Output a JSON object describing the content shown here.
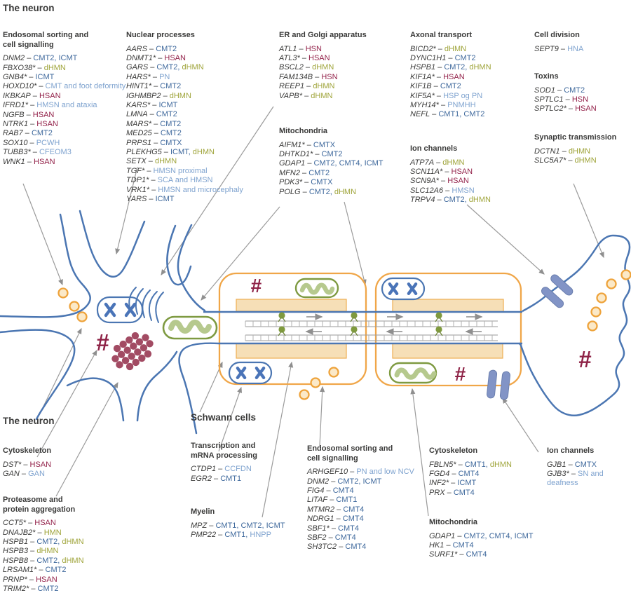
{
  "title": "The neuron",
  "labels": {
    "neuron2": "The neuron",
    "schwann": "Schwann cells"
  },
  "palette": {
    "cmt_blue": "#3e689c",
    "phenotype_lightblue": "#7fa3cf",
    "dhmn_olive": "#9fa43a",
    "hsan_red": "#93224a",
    "membrane_blue": "#4b76b2",
    "schwann_orange": "#f0a648",
    "myelin_tan": "#f6dfb7",
    "mitochondria_green": "#7e9a41",
    "mitochondria_fill": "#b6c98e",
    "vesicle_orange": "#eea33b",
    "channel_blue": "#8294c6",
    "aggregate_red": "#a24b63",
    "hash_red": "#8e2246",
    "arrow_gray": "#9b9b9b"
  },
  "diagram": {
    "hash_symbol": "#"
  },
  "groups": {
    "endosomal1": {
      "title": [
        "Endosomal sorting and",
        "cell signalling"
      ],
      "items": [
        {
          "g": "DNM2",
          "p": [
            [
              "CMT2, ICMT",
              "b"
            ]
          ]
        },
        {
          "g": "FBXO38*",
          "p": [
            [
              "dHMN",
              "o"
            ]
          ]
        },
        {
          "g": "GNB4*",
          "p": [
            [
              "ICMT",
              "b"
            ]
          ]
        },
        {
          "g": "HOXD10*",
          "p": [
            [
              "CMT and foot deformity",
              "l"
            ]
          ]
        },
        {
          "g": "IKBKAP",
          "p": [
            [
              "HSAN",
              "r"
            ]
          ]
        },
        {
          "g": "IFRD1*",
          "p": [
            [
              "HMSN and ataxia",
              "l"
            ]
          ]
        },
        {
          "g": "NGFB",
          "p": [
            [
              "HSAN",
              "r"
            ]
          ]
        },
        {
          "g": "NTRK1",
          "p": [
            [
              "HSAN",
              "r"
            ]
          ]
        },
        {
          "g": "RAB7",
          "p": [
            [
              "CMT2",
              "b"
            ]
          ]
        },
        {
          "g": "SOX10",
          "p": [
            [
              "PCWH",
              "l"
            ]
          ]
        },
        {
          "g": "TUBB3*",
          "p": [
            [
              "CFEOM3",
              "l"
            ]
          ]
        },
        {
          "g": "WNK1",
          "p": [
            [
              "HSAN",
              "r"
            ]
          ]
        }
      ]
    },
    "nuclear": {
      "title": [
        "Nuclear processes"
      ],
      "items": [
        {
          "g": "AARS",
          "p": [
            [
              "CMT2",
              "b"
            ]
          ]
        },
        {
          "g": "DNMT1*",
          "p": [
            [
              "HSAN",
              "r"
            ]
          ]
        },
        {
          "g": "GARS",
          "p": [
            [
              "CMT2",
              "b"
            ],
            [
              "dHMN",
              "o"
            ]
          ]
        },
        {
          "g": "HARS*",
          "p": [
            [
              "PN",
              "l"
            ]
          ]
        },
        {
          "g": "HINT1*",
          "p": [
            [
              "CMT2",
              "b"
            ]
          ]
        },
        {
          "g": "IGHMBP2",
          "p": [
            [
              "dHMN",
              "o"
            ]
          ]
        },
        {
          "g": "KARS*",
          "p": [
            [
              "ICMT",
              "b"
            ]
          ]
        },
        {
          "g": "LMNA",
          "p": [
            [
              "CMT2",
              "b"
            ]
          ]
        },
        {
          "g": "MARS*",
          "p": [
            [
              "CMT2",
              "b"
            ]
          ]
        },
        {
          "g": "MED25",
          "p": [
            [
              "CMT2",
              "b"
            ]
          ]
        },
        {
          "g": "PRPS1",
          "p": [
            [
              "CMTX",
              "b"
            ]
          ]
        },
        {
          "g": "PLEKHG5",
          "p": [
            [
              "ICMT",
              "b"
            ],
            [
              "dHMN",
              "o"
            ]
          ]
        },
        {
          "g": "SETX",
          "p": [
            [
              "dHMN",
              "o"
            ]
          ]
        },
        {
          "g": "TGF*",
          "p": [
            [
              "HMSN proximal",
              "l"
            ]
          ]
        },
        {
          "g": "TDP1*",
          "p": [
            [
              "SCA and HMSN",
              "l"
            ]
          ]
        },
        {
          "g": "VRK1*",
          "p": [
            [
              "HMSN and microcephaly",
              "l"
            ]
          ]
        },
        {
          "g": "YARS",
          "p": [
            [
              "ICMT",
              "b"
            ]
          ]
        }
      ]
    },
    "er_golgi": {
      "title": [
        "ER and Golgi apparatus"
      ],
      "items": [
        {
          "g": "ATL1",
          "p": [
            [
              "HSN",
              "r"
            ]
          ]
        },
        {
          "g": "ATL3*",
          "p": [
            [
              "HSAN",
              "r"
            ]
          ]
        },
        {
          "g": "BSCL2",
          "p": [
            [
              "dHMN",
              "o"
            ]
          ]
        },
        {
          "g": "FAM134B",
          "p": [
            [
              "HSN",
              "r"
            ]
          ]
        },
        {
          "g": "REEP1",
          "p": [
            [
              "dHMN",
              "o"
            ]
          ]
        },
        {
          "g": "VAPB*",
          "p": [
            [
              "dHMN",
              "o"
            ]
          ]
        }
      ]
    },
    "mito1": {
      "title": [
        "Mitochondria"
      ],
      "items": [
        {
          "g": "AIFM1*",
          "p": [
            [
              "CMTX",
              "b"
            ]
          ]
        },
        {
          "g": "DHTKD1*",
          "p": [
            [
              "CMT2",
              "b"
            ]
          ]
        },
        {
          "g": "GDAP1",
          "p": [
            [
              "CMT2, CMT4, ICMT",
              "b"
            ]
          ]
        },
        {
          "g": "MFN2",
          "p": [
            [
              "CMT2",
              "b"
            ]
          ]
        },
        {
          "g": "PDK3*",
          "p": [
            [
              "CMTX",
              "b"
            ]
          ]
        },
        {
          "g": "POLG",
          "p": [
            [
              "CMT2",
              "b"
            ],
            [
              "dHMN",
              "o"
            ]
          ]
        }
      ]
    },
    "axonal": {
      "title": [
        "Axonal transport"
      ],
      "items": [
        {
          "g": "BICD2*",
          "p": [
            [
              "dHMN",
              "o"
            ]
          ]
        },
        {
          "g": "DYNC1H1",
          "p": [
            [
              "CMT2",
              "b"
            ]
          ]
        },
        {
          "g": "HSPB1",
          "p": [
            [
              "CMT2",
              "b"
            ],
            [
              "dHMN",
              "o"
            ]
          ]
        },
        {
          "g": "KIF1A*",
          "p": [
            [
              "HSAN",
              "r"
            ]
          ]
        },
        {
          "g": "KIF1B",
          "p": [
            [
              "CMT2",
              "b"
            ]
          ]
        },
        {
          "g": "KIF5A*",
          "p": [
            [
              "HSP og PN",
              "l"
            ]
          ]
        },
        {
          "g": "MYH14*",
          "p": [
            [
              "PNMHH",
              "l"
            ]
          ]
        },
        {
          "g": "NEFL",
          "p": [
            [
              "CMT1, CMT2",
              "b"
            ]
          ]
        }
      ]
    },
    "ion1": {
      "title": [
        "Ion channels"
      ],
      "items": [
        {
          "g": "ATP7A",
          "p": [
            [
              "dHMN",
              "o"
            ]
          ]
        },
        {
          "g": "SCN11A*",
          "p": [
            [
              "HSAN",
              "r"
            ]
          ]
        },
        {
          "g": "SCN9A*",
          "p": [
            [
              "HSAN",
              "r"
            ]
          ]
        },
        {
          "g": "SLC12A6",
          "p": [
            [
              "HMSN",
              "l"
            ]
          ]
        },
        {
          "g": "TRPV4",
          "p": [
            [
              "CMT2",
              "b"
            ],
            [
              "dHMN",
              "o"
            ]
          ]
        }
      ]
    },
    "cell_division": {
      "title": [
        "Cell division"
      ],
      "items": [
        {
          "g": "SEPT9",
          "p": [
            [
              "HNA",
              "l"
            ]
          ]
        }
      ]
    },
    "toxins": {
      "title": [
        "Toxins"
      ],
      "items": [
        {
          "g": "SOD1",
          "p": [
            [
              "CMT2",
              "b"
            ]
          ]
        },
        {
          "g": "SPTLC1",
          "p": [
            [
              "HSN",
              "r"
            ]
          ]
        },
        {
          "g": "SPTLC2*",
          "p": [
            [
              "HSAN",
              "r"
            ]
          ]
        }
      ]
    },
    "synaptic": {
      "title": [
        "Synaptic transmission"
      ],
      "items": [
        {
          "g": "DCTN1",
          "p": [
            [
              "dHMN",
              "o"
            ]
          ]
        },
        {
          "g": "SLC5A7*",
          "p": [
            [
              "dHMN",
              "o"
            ]
          ]
        }
      ]
    },
    "cytoskeleton1": {
      "title": [
        "Cytoskeleton"
      ],
      "items": [
        {
          "g": "DST*",
          "p": [
            [
              "HSAN",
              "r"
            ]
          ]
        },
        {
          "g": "GAN",
          "p": [
            [
              "GAN",
              "l"
            ]
          ]
        }
      ]
    },
    "proteasome": {
      "title": [
        "Proteasome and",
        "protein aggregation"
      ],
      "items": [
        {
          "g": "CCT5*",
          "p": [
            [
              "HSAN",
              "r"
            ]
          ]
        },
        {
          "g": "DNAJB2*",
          "p": [
            [
              "HMN",
              "o"
            ]
          ]
        },
        {
          "g": "HSPB1",
          "p": [
            [
              "CMT2",
              "b"
            ],
            [
              "dHMN",
              "o"
            ]
          ]
        },
        {
          "g": "HSPB3",
          "p": [
            [
              "dHMN",
              "o"
            ]
          ]
        },
        {
          "g": "HSPB8",
          "p": [
            [
              "CMT2",
              "b"
            ],
            [
              "dHMN",
              "o"
            ]
          ]
        },
        {
          "g": "LRSAM1*",
          "p": [
            [
              "CMT2",
              "b"
            ]
          ]
        },
        {
          "g": "PRNP*",
          "p": [
            [
              "HSAN",
              "r"
            ]
          ]
        },
        {
          "g": "TRIM2*",
          "p": [
            [
              "CMT2",
              "b"
            ]
          ]
        }
      ]
    },
    "transcription": {
      "title": [
        "Transcription and",
        "mRNA processing"
      ],
      "items": [
        {
          "g": "CTDP1",
          "p": [
            [
              "CCFDN",
              "l"
            ]
          ]
        },
        {
          "g": "EGR2",
          "p": [
            [
              "CMT1",
              "b"
            ]
          ]
        }
      ]
    },
    "myelin": {
      "title": [
        "Myelin"
      ],
      "items": [
        {
          "g": "MPZ",
          "p": [
            [
              "CMT1, CMT2, ICMT",
              "b"
            ]
          ]
        },
        {
          "g": "PMP22",
          "p": [
            [
              "CMT1",
              "b"
            ],
            [
              "HNPP",
              "l"
            ]
          ]
        }
      ]
    },
    "endosomal2": {
      "title": [
        "Endosomal sorting and",
        "cell signalling"
      ],
      "items": [
        {
          "g": "ARHGEF10",
          "p": [
            [
              "PN and low NCV",
              "l"
            ]
          ]
        },
        {
          "g": "DNM2",
          "p": [
            [
              "CMT2, ICMT",
              "b"
            ]
          ]
        },
        {
          "g": "FIG4",
          "p": [
            [
              "CMT4",
              "b"
            ]
          ]
        },
        {
          "g": "LITAF",
          "p": [
            [
              "CMT1",
              "b"
            ]
          ]
        },
        {
          "g": "MTMR2",
          "p": [
            [
              "CMT4",
              "b"
            ]
          ]
        },
        {
          "g": "NDRG1",
          "p": [
            [
              "CMT4",
              "b"
            ]
          ]
        },
        {
          "g": "SBF1*",
          "p": [
            [
              "CMT4",
              "b"
            ]
          ]
        },
        {
          "g": "SBF2",
          "p": [
            [
              "CMT4",
              "b"
            ]
          ]
        },
        {
          "g": "SH3TC2",
          "p": [
            [
              "CMT4",
              "b"
            ]
          ]
        }
      ]
    },
    "cytoskeleton2": {
      "title": [
        "Cytoskeleton"
      ],
      "items": [
        {
          "g": "FBLN5*",
          "p": [
            [
              "CMT1",
              "b"
            ],
            [
              "dHMN",
              "o"
            ]
          ]
        },
        {
          "g": "FGD4",
          "p": [
            [
              "CMT4",
              "b"
            ]
          ]
        },
        {
          "g": "INF2*",
          "p": [
            [
              "ICMT",
              "b"
            ]
          ]
        },
        {
          "g": "PRX",
          "p": [
            [
              "CMT4",
              "b"
            ]
          ]
        }
      ]
    },
    "mito2": {
      "title": [
        "Mitochondria"
      ],
      "items": [
        {
          "g": "GDAP1",
          "p": [
            [
              "CMT2, CMT4, ICMT",
              "b"
            ]
          ]
        },
        {
          "g": "HK1",
          "p": [
            [
              "CMT4",
              "b"
            ]
          ]
        },
        {
          "g": "SURF1*",
          "p": [
            [
              "CMT4",
              "b"
            ]
          ]
        }
      ]
    },
    "ion2": {
      "title": [
        "Ion channels"
      ],
      "items": [
        {
          "g": "GJB1",
          "p": [
            [
              "CMTX",
              "b"
            ]
          ]
        },
        {
          "g": "GJB3*",
          "p": [
            [
              "SN and deafness",
              "l"
            ]
          ]
        }
      ]
    }
  }
}
